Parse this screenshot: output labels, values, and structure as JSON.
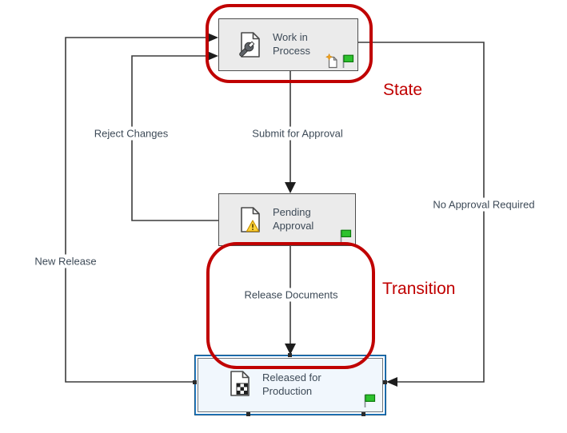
{
  "annotations": {
    "state": "State",
    "transition": "Transition"
  },
  "states": [
    {
      "name": "Work in Process",
      "icon": "document-wrench-icon",
      "badges": [
        "new-document-icon",
        "green-flag-icon"
      ],
      "selected": false
    },
    {
      "name": "Pending Approval",
      "icon": "document-warning-icon",
      "badges": [
        "green-flag-icon"
      ],
      "selected": false
    },
    {
      "name": "Released for Production",
      "icon": "document-checkered-icon",
      "badges": [
        "green-flag-icon"
      ],
      "selected": true
    }
  ],
  "transitions": [
    {
      "label": "Submit for Approval",
      "from": "Work in Process",
      "to": "Pending Approval"
    },
    {
      "label": "Reject Changes",
      "from": "Pending Approval",
      "to": "Work in Process"
    },
    {
      "label": "Release Documents",
      "from": "Pending Approval",
      "to": "Released for Production"
    },
    {
      "label": "No Approval Required",
      "from": "Work in Process",
      "to": "Released for Production"
    },
    {
      "label": "New Release",
      "from": "Released for Production",
      "to": "Work in Process"
    }
  ],
  "colors": {
    "annotation_red": "#C00000",
    "selection_blue": "#2383D2",
    "state_fill": "#EBEBEB",
    "line": "#3C3C3C",
    "label_text": "#3D4A57",
    "flag_green": "#2EC22E",
    "warning_yellow": "#FFD43B"
  }
}
